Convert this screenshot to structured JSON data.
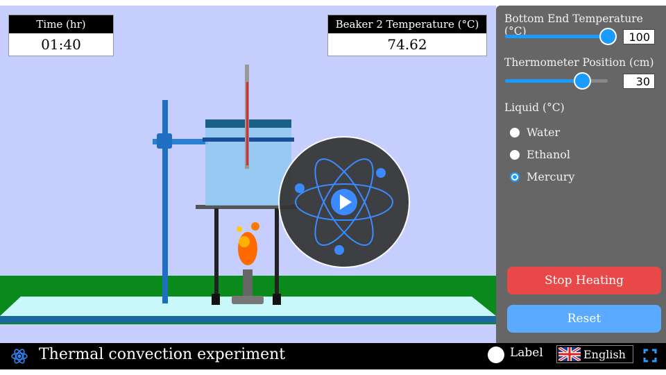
{
  "readouts": {
    "time_label": "Time (hr)",
    "time_value": "01:40",
    "temp_label": "Beaker 2 Temperature (°C)",
    "temp_value": "74.62"
  },
  "panel": {
    "bottom_temp_label": "Bottom End Temperature (°C)",
    "bottom_temp_value": "100",
    "bottom_temp_fraction": 1.0,
    "thermo_pos_label": "Thermometer Position (cm)",
    "thermo_pos_value": "30",
    "thermo_pos_fraction": 0.75,
    "liquid_label": "Liquid (°C)",
    "liquids": [
      {
        "label": "Water",
        "selected": false
      },
      {
        "label": "Ethanol",
        "selected": false
      },
      {
        "label": "Mercury",
        "selected": true
      }
    ],
    "stop_label": "Stop Heating",
    "reset_label": "Reset"
  },
  "footer": {
    "title": "Thermal convection experiment",
    "label_toggle": "Label",
    "language": "English"
  },
  "colors": {
    "accent": "#1a9bff",
    "stop": "#e84848",
    "reset": "#5aabff"
  }
}
